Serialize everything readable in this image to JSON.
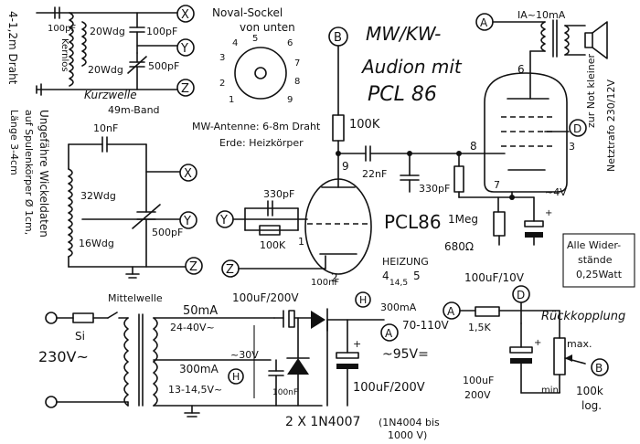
{
  "title": {
    "line1": "MW/KW-",
    "line2": "Audion mit",
    "line3": "PCL 86"
  },
  "socket": {
    "title_line1": "Noval-Sockel",
    "title_line2": "von unten",
    "pins": [
      "4",
      "5",
      "6",
      "3",
      "7",
      "2",
      "8",
      "1",
      "9"
    ]
  },
  "antenna_note": {
    "line1": "MW-Antenne: 6-8m Draht",
    "line2": "Erde: Heizkörper"
  },
  "left_notes": {
    "note1": "4-1,2m Draht",
    "note2": "Ungefähre Wickeldaten",
    "note3": "auf Spulenkörper Ø 1cm,",
    "note4": "Länge 3-4cm"
  },
  "kw_section": {
    "wdg1": "20Wdg",
    "wdg2": "20Wdg",
    "cap1": "100pF",
    "cap2": "500pF",
    "cap_left": "100pF",
    "kernlos": "Kernlos",
    "label": "Kurzwelle",
    "band": "49m-Band"
  },
  "mw_section": {
    "cap_coupling": "10nF",
    "wdg1": "32Wdg",
    "wdg2": "16Wdg",
    "cap_tune": "500pF",
    "label": "Mittelwelle"
  },
  "terminals": {
    "x": "X",
    "y": "Y",
    "z": "Z",
    "b": "B",
    "a": "A",
    "d": "D",
    "h": "H"
  },
  "grid": {
    "cap": "330pF",
    "res": "100K",
    "pin1": "1"
  },
  "plate": {
    "res": "100K",
    "cap": "22nF",
    "pin9": "9",
    "pin8": "8",
    "cap_out": "330pF",
    "pin6": "6",
    "pin3": "3",
    "pin7": "7",
    "pin2": "2"
  },
  "tube_label": "PCL86",
  "heater": {
    "label": "HEIZUNG",
    "pins": [
      "4",
      "5"
    ],
    "mid": "14,5",
    "current": "300mA"
  },
  "cathode": {
    "res_meg": "1Meg",
    "res_680": "680Ω",
    "cap": "100uF/10V",
    "voltage": "~4V"
  },
  "output": {
    "current": "IA~10mA",
    "pin_label": "6"
  },
  "side_note": {
    "line1": "zur Not kleiner",
    "line2": "Netztrafo 230/12V"
  },
  "resistor_note": {
    "line1": "Alle Wider-",
    "line2": "stände",
    "line3": "0,25Watt"
  },
  "power": {
    "fuse": "Si",
    "mains": "230V~",
    "current1": "50mA",
    "voltage1": "24-40V~",
    "current2": "300mA",
    "voltage2": "13-14,5V~",
    "approx30": "~30V",
    "cap_top": "100uF/200V",
    "cap_small": "100nF",
    "cap_c": "100nF",
    "cap_big": "100uF/200V",
    "out_volt": "70-110V",
    "approx95": "~95V=",
    "diodes": "2 X 1N4007",
    "diode_note1": "(1N4004 bis",
    "diode_note2": "1000 V)"
  },
  "feedback": {
    "label": "Rückkopplung",
    "res": "1,5K",
    "cap_line1": "100uF",
    "cap_line2": "200V",
    "max": "max.",
    "min": "min.",
    "pot_line1": "100k",
    "pot_line2": "log."
  }
}
